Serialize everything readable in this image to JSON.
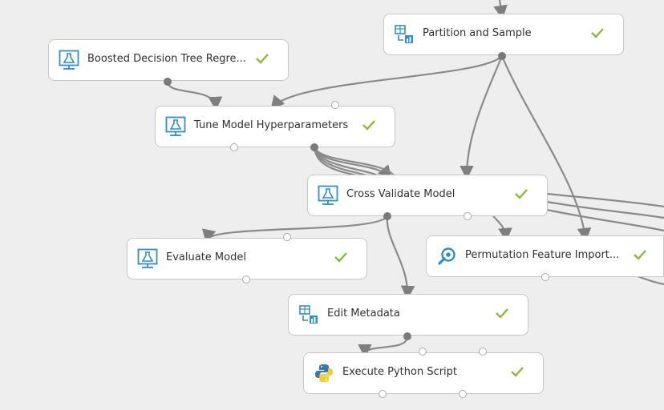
{
  "canvas": {
    "modules": [
      {
        "id": "partition",
        "label": "Partition and Sample",
        "icon": "data-transform-icon",
        "status": "completed"
      },
      {
        "id": "boosted",
        "label": "Boosted Decision Tree Regre...",
        "icon": "flask-monitor-icon",
        "status": "completed"
      },
      {
        "id": "tune",
        "label": "Tune Model Hyperparameters",
        "icon": "flask-monitor-icon",
        "status": "completed"
      },
      {
        "id": "crossval",
        "label": "Cross Validate Model",
        "icon": "flask-monitor-icon",
        "status": "completed"
      },
      {
        "id": "evaluate",
        "label": "Evaluate Model",
        "icon": "flask-monitor-icon",
        "status": "completed"
      },
      {
        "id": "permutation",
        "label": "Permutation Feature Import...",
        "icon": "magnifier-icon",
        "status": "completed"
      },
      {
        "id": "editmeta",
        "label": "Edit Metadata",
        "icon": "data-transform-icon",
        "status": "completed"
      },
      {
        "id": "python",
        "label": "Execute Python Script",
        "icon": "python-icon",
        "status": "completed"
      }
    ]
  },
  "colors": {
    "canvas_bg": "#eeeeee",
    "wire": "#8a8a8a",
    "check": "#8cb83b",
    "icon_blue": "#2f8fc5"
  }
}
